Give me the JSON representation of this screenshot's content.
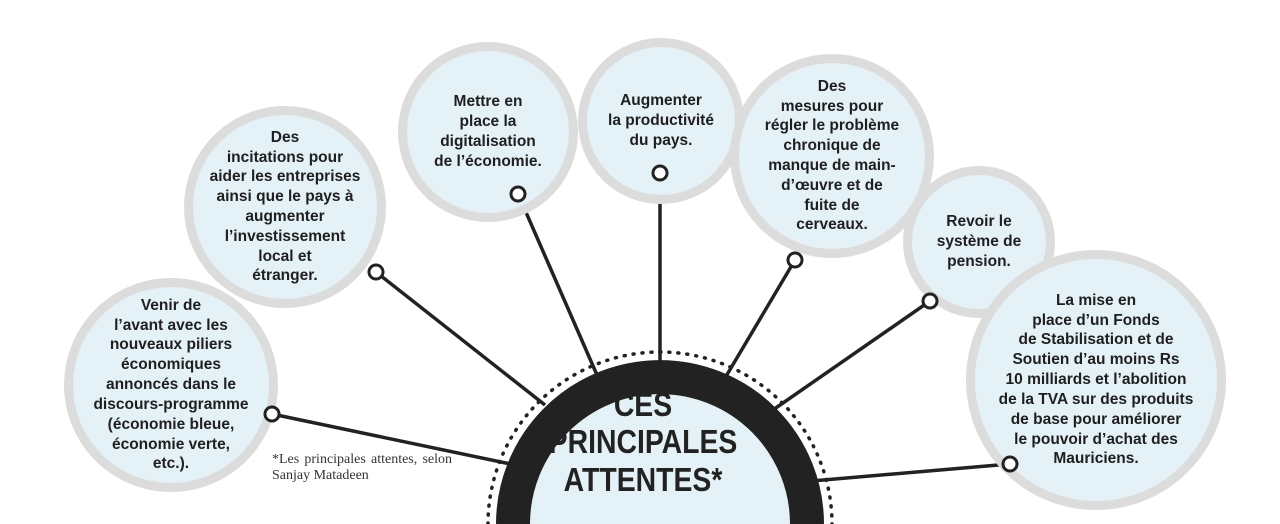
{
  "center": {
    "title": "CES\nPRINCIPALES\nATTENTES*"
  },
  "note": "*Les principales attentes, selon Sanjay Matadeen",
  "colors": {
    "bubble_fill": "#e4f1f7",
    "bubble_ring": "#dcdcdc",
    "arc": "#222222",
    "connector": "#222222",
    "text": "#1f1f1f"
  },
  "bubbles": [
    {
      "id": "piliers",
      "text": "Venir de\nl’avant avec les\nnouveaux piliers\néconomiques\nannoncés dans le\ndiscours-programme\n(économie bleue,\néconomie verte,\netc.)."
    },
    {
      "id": "incitations",
      "text": "Des\nincitations pour\naider les entreprises\nainsi que le pays à\naugmenter\nl’investissement\nlocal et\nétranger."
    },
    {
      "id": "digitalisation",
      "text": "Mettre en\nplace la\ndigitalisation\nde l’économie."
    },
    {
      "id": "productivite",
      "text": "Augmenter\nla productivité\ndu pays."
    },
    {
      "id": "main-oeuvre",
      "text": "Des\nmesures pour\nrégler le problème\nchronique de\nmanque de main-\nd’œuvre et de\nfuite de\ncerveaux."
    },
    {
      "id": "pension",
      "text": "Revoir le\nsystème de\npension."
    },
    {
      "id": "fonds",
      "text": "La mise en\nplace d’un Fonds\nde Stabilisation et de\nSoutien d’au moins Rs\n10 milliards et l’abolition\nde la TVA sur des produits\nde base pour améliorer\nle pouvoir d’achat des\nMauriciens."
    }
  ]
}
